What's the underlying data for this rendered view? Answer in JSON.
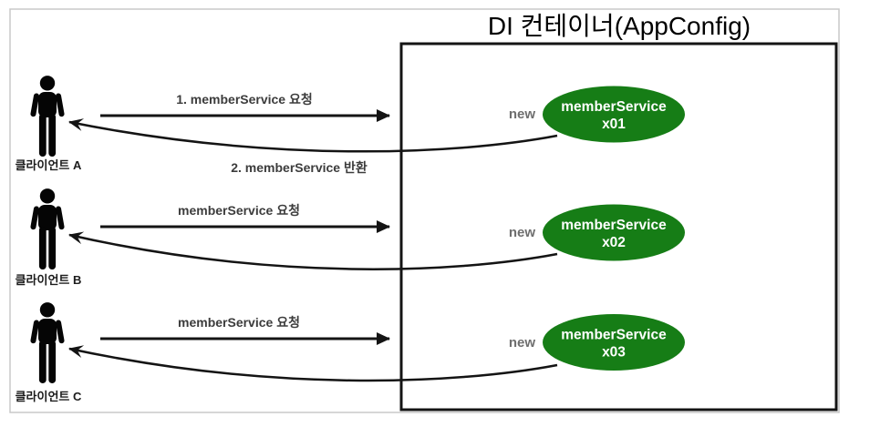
{
  "diagram": {
    "container_title": "DI 컨테이너(AppConfig)",
    "rows": [
      {
        "client_label": "클라이언트 A",
        "request_label": "1. memberService 요청",
        "return_label": "2. memberService 반환",
        "new_keyword": "new",
        "instance_name": "memberService",
        "instance_id": "x01"
      },
      {
        "client_label": "클라이언트 B",
        "request_label": "memberService 요청",
        "new_keyword": "new",
        "instance_name": "memberService",
        "instance_id": "x02"
      },
      {
        "client_label": "클라이언트 C",
        "request_label": "memberService 요청",
        "new_keyword": "new",
        "instance_name": "memberService",
        "instance_id": "x03"
      }
    ],
    "colors": {
      "instance_fill": "#167d16",
      "instance_text": "#ffffff",
      "new_text": "#6e6e6e",
      "arrow_label_text": "#3c3c3c",
      "client_label_text": "#1c1c1c",
      "line": "#141414",
      "outer_frame_border": "#c9c9c9",
      "container_border": "#141414",
      "background": "#ffffff"
    }
  }
}
